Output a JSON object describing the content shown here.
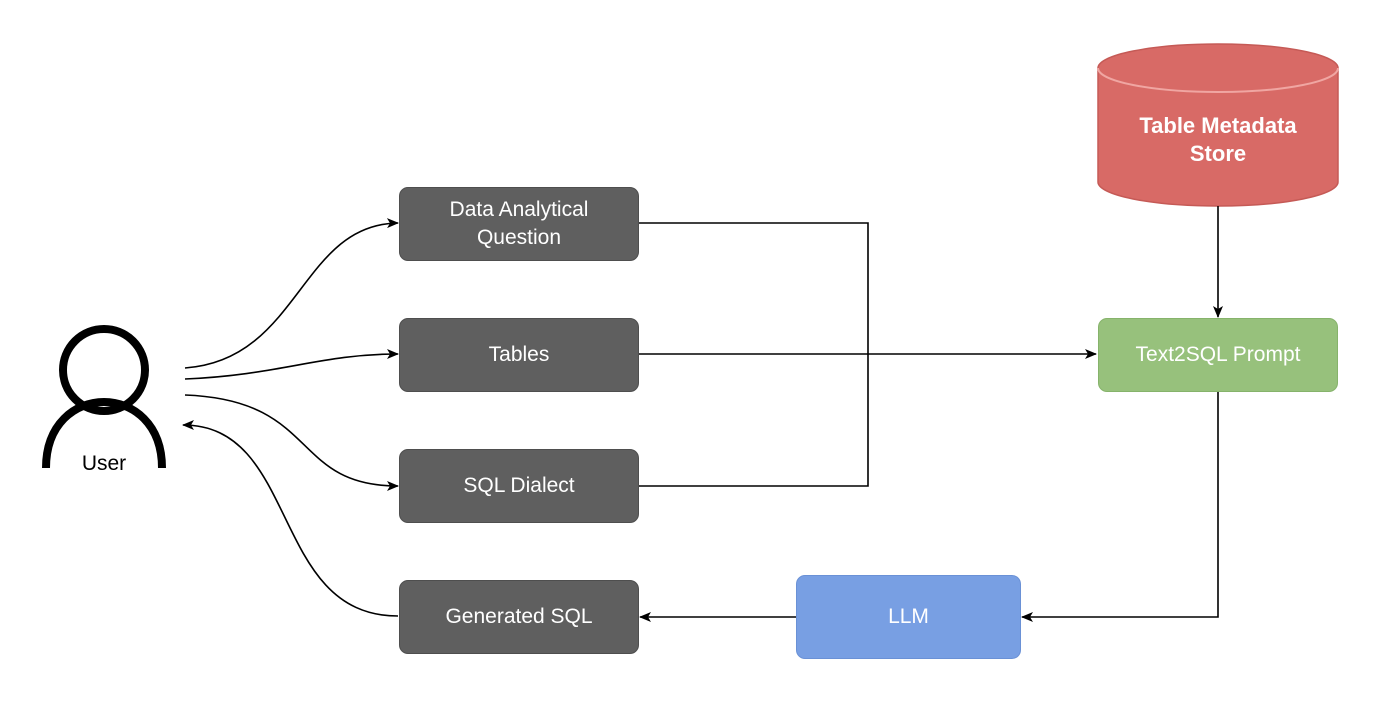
{
  "user": {
    "label": "User"
  },
  "inputs": [
    {
      "id": "question",
      "label": "Data Analytical\nQuestion"
    },
    {
      "id": "tables",
      "label": "Tables"
    },
    {
      "id": "dialect",
      "label": "SQL Dialect"
    }
  ],
  "output": {
    "label": "Generated SQL"
  },
  "store": {
    "label": "Table Metadata\nStore"
  },
  "prompt": {
    "label": "Text2SQL Prompt"
  },
  "llm": {
    "label": "LLM"
  },
  "colors": {
    "process": "#5f5f5f",
    "store": "#d86a66",
    "prompt": "#97c17c",
    "llm": "#789fe3"
  }
}
